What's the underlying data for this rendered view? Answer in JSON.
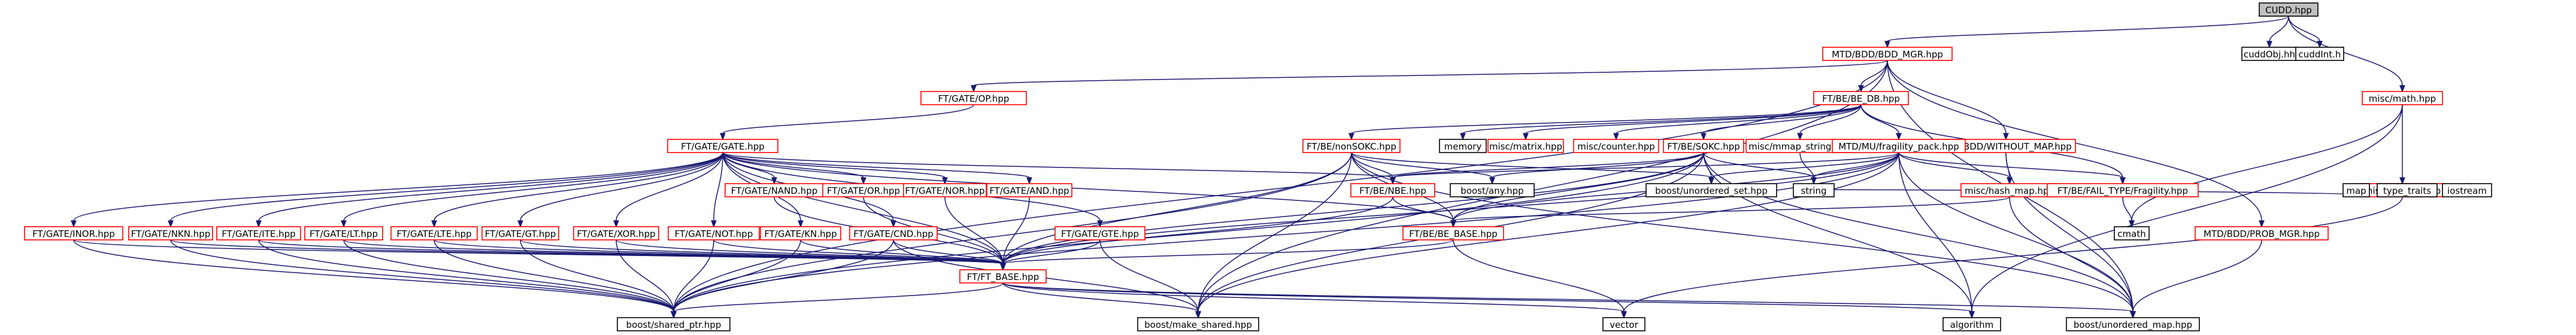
{
  "colors": {
    "edge": "#191970",
    "node_border": "#000000",
    "node_border_missing": "#ff0000",
    "root_fill": "#bfbfbf",
    "node_fill": "#ffffff",
    "text": "#000000"
  },
  "nodes": [
    {
      "id": "cudd",
      "label": "CUDD.hpp",
      "root": true
    },
    {
      "id": "cuddobj",
      "label": "cuddObj.hh"
    },
    {
      "id": "cuddint",
      "label": "cuddInt.h"
    },
    {
      "id": "bddmgr",
      "label": "MTD/BDD/BDD_MGR.hpp",
      "missing": true
    },
    {
      "id": "mathhpp",
      "label": "misc/math.hpp",
      "missing": true
    },
    {
      "id": "gateop",
      "label": "FT/GATE/OP.hpp",
      "missing": true
    },
    {
      "id": "bedb",
      "label": "FT/BE/BE_DB.hpp",
      "missing": true
    },
    {
      "id": "withoutmap",
      "label": "MTD/BDD/WITHOUT_MAP.hpp",
      "missing": true
    },
    {
      "id": "gate",
      "label": "FT/GATE/GATE.hpp",
      "missing": true
    },
    {
      "id": "nonsokc",
      "label": "FT/BE/nonSOKC.hpp",
      "missing": true
    },
    {
      "id": "memory",
      "label": "memory"
    },
    {
      "id": "matrix",
      "label": "misc/matrix.hpp",
      "missing": true
    },
    {
      "id": "counter",
      "label": "misc/counter.hpp",
      "missing": true
    },
    {
      "id": "sokc",
      "label": "FT/BE/SOKC.hpp",
      "missing": true
    },
    {
      "id": "mmapstr",
      "label": "misc/mmap_string.hpp",
      "missing": true
    },
    {
      "id": "fragility",
      "label": "MTD/MU/fragility_pack.hpp",
      "missing": true
    },
    {
      "id": "macro",
      "label": "misc/MACRO.hpp",
      "missing": true
    },
    {
      "id": "nand",
      "label": "FT/GATE/NAND.hpp",
      "missing": true
    },
    {
      "id": "orh",
      "label": "FT/GATE/OR.hpp",
      "missing": true
    },
    {
      "id": "nor",
      "label": "FT/GATE/NOR.hpp",
      "missing": true
    },
    {
      "id": "andh",
      "label": "FT/GATE/AND.hpp",
      "missing": true
    },
    {
      "id": "nbe",
      "label": "FT/BE/NBE.hpp",
      "missing": true
    },
    {
      "id": "boostany",
      "label": "boost/any.hpp"
    },
    {
      "id": "unordset",
      "label": "boost/unordered_set.hpp"
    },
    {
      "id": "string",
      "label": "string"
    },
    {
      "id": "hashmap",
      "label": "misc/hash_map.hpp",
      "missing": true
    },
    {
      "id": "failtype",
      "label": "FT/BE/FAIL_TYPE/Fragility.hpp",
      "missing": true
    },
    {
      "id": "map",
      "label": "map"
    },
    {
      "id": "typetraits",
      "label": "type_traits"
    },
    {
      "id": "iostream",
      "label": "iostream"
    },
    {
      "id": "cmath",
      "label": "cmath"
    },
    {
      "id": "inor",
      "label": "FT/GATE/INOR.hpp",
      "missing": true
    },
    {
      "id": "nkn",
      "label": "FT/GATE/NKN.hpp",
      "missing": true
    },
    {
      "id": "ite",
      "label": "FT/GATE/ITE.hpp",
      "missing": true
    },
    {
      "id": "lt",
      "label": "FT/GATE/LT.hpp",
      "missing": true
    },
    {
      "id": "lte",
      "label": "FT/GATE/LTE.hpp",
      "missing": true
    },
    {
      "id": "gt",
      "label": "FT/GATE/GT.hpp",
      "missing": true
    },
    {
      "id": "xor",
      "label": "FT/GATE/XOR.hpp",
      "missing": true
    },
    {
      "id": "not",
      "label": "FT/GATE/NOT.hpp",
      "missing": true
    },
    {
      "id": "kn",
      "label": "FT/GATE/KN.hpp",
      "missing": true
    },
    {
      "id": "cnd",
      "label": "FT/GATE/CND.hpp",
      "missing": true
    },
    {
      "id": "gte",
      "label": "FT/GATE/GTE.hpp",
      "missing": true
    },
    {
      "id": "bebase",
      "label": "FT/BE/BE_BASE.hpp",
      "missing": true
    },
    {
      "id": "probmgr",
      "label": "MTD/BDD/PROB_MGR.hpp",
      "missing": true
    },
    {
      "id": "ftbase",
      "label": "FT/FT_BASE.hpp",
      "missing": true
    },
    {
      "id": "sharedptr",
      "label": "boost/shared_ptr.hpp"
    },
    {
      "id": "makeshared",
      "label": "boost/make_shared.hpp"
    },
    {
      "id": "vector",
      "label": "vector"
    },
    {
      "id": "algorithm",
      "label": "algorithm"
    },
    {
      "id": "unordmap",
      "label": "boost/unordered_map.hpp"
    }
  ],
  "edges": [
    [
      "cudd",
      "bddmgr"
    ],
    [
      "cudd",
      "cuddobj"
    ],
    [
      "cudd",
      "cuddint"
    ],
    [
      "cudd",
      "mathhpp"
    ],
    [
      "bddmgr",
      "gateop"
    ],
    [
      "bddmgr",
      "bedb"
    ],
    [
      "bddmgr",
      "withoutmap"
    ],
    [
      "bddmgr",
      "sharedptr"
    ],
    [
      "bddmgr",
      "makeshared"
    ],
    [
      "bddmgr",
      "probmgr"
    ],
    [
      "bddmgr",
      "unordmap"
    ],
    [
      "mathhpp",
      "macro"
    ],
    [
      "mathhpp",
      "cmath"
    ],
    [
      "mathhpp",
      "algorithm"
    ],
    [
      "gateop",
      "gate"
    ],
    [
      "bedb",
      "nonsokc"
    ],
    [
      "bedb",
      "memory"
    ],
    [
      "bedb",
      "matrix"
    ],
    [
      "bedb",
      "counter"
    ],
    [
      "bedb",
      "sokc"
    ],
    [
      "bedb",
      "mmapstr"
    ],
    [
      "bedb",
      "fragility"
    ],
    [
      "bedb",
      "failtype"
    ],
    [
      "withoutmap",
      "hashmap"
    ],
    [
      "withoutmap",
      "unordmap"
    ],
    [
      "gate",
      "inor"
    ],
    [
      "gate",
      "nkn"
    ],
    [
      "gate",
      "ite"
    ],
    [
      "gate",
      "lt"
    ],
    [
      "gate",
      "lte"
    ],
    [
      "gate",
      "gt"
    ],
    [
      "gate",
      "xor"
    ],
    [
      "gate",
      "not"
    ],
    [
      "gate",
      "kn"
    ],
    [
      "gate",
      "cnd"
    ],
    [
      "gate",
      "gte"
    ],
    [
      "gate",
      "nand"
    ],
    [
      "gate",
      "orh"
    ],
    [
      "gate",
      "nor"
    ],
    [
      "gate",
      "andh"
    ],
    [
      "gate",
      "nbe"
    ],
    [
      "gate",
      "bebase"
    ],
    [
      "gate",
      "ftbase"
    ],
    [
      "nonsokc",
      "nbe"
    ],
    [
      "nonsokc",
      "boostany"
    ],
    [
      "nonsokc",
      "bebase"
    ],
    [
      "nonsokc",
      "ftbase"
    ],
    [
      "nonsokc",
      "sharedptr"
    ],
    [
      "nonsokc",
      "makeshared"
    ],
    [
      "nonsokc",
      "unordset"
    ],
    [
      "nonsokc",
      "unordmap"
    ],
    [
      "sokc",
      "nbe"
    ],
    [
      "sokc",
      "boostany"
    ],
    [
      "sokc",
      "unordset"
    ],
    [
      "sokc",
      "string"
    ],
    [
      "sokc",
      "bebase"
    ],
    [
      "sokc",
      "ftbase"
    ],
    [
      "sokc",
      "sharedptr"
    ],
    [
      "sokc",
      "makeshared"
    ],
    [
      "sokc",
      "algorithm"
    ],
    [
      "sokc",
      "unordmap"
    ],
    [
      "mmapstr",
      "string"
    ],
    [
      "fragility",
      "unordset"
    ],
    [
      "fragility",
      "string"
    ],
    [
      "fragility",
      "hashmap"
    ],
    [
      "fragility",
      "failtype"
    ],
    [
      "fragility",
      "nbe"
    ],
    [
      "fragility",
      "bebase"
    ],
    [
      "fragility",
      "ftbase"
    ],
    [
      "fragility",
      "sharedptr"
    ],
    [
      "fragility",
      "makeshared"
    ],
    [
      "fragility",
      "algorithm"
    ],
    [
      "fragility",
      "unordmap"
    ],
    [
      "macro",
      "map"
    ],
    [
      "macro",
      "typetraits"
    ],
    [
      "macro",
      "iostream"
    ],
    [
      "macro",
      "string"
    ],
    [
      "macro",
      "vector"
    ],
    [
      "nand",
      "ftbase"
    ],
    [
      "orh",
      "ftbase"
    ],
    [
      "nor",
      "ftbase"
    ],
    [
      "andh",
      "ftbase"
    ],
    [
      "nbe",
      "bebase"
    ],
    [
      "nbe",
      "ftbase"
    ],
    [
      "hashmap",
      "bebase"
    ],
    [
      "hashmap",
      "unordmap"
    ],
    [
      "failtype",
      "cmath"
    ],
    [
      "inor",
      "ftbase"
    ],
    [
      "inor",
      "sharedptr"
    ],
    [
      "nkn",
      "ftbase"
    ],
    [
      "nkn",
      "sharedptr"
    ],
    [
      "ite",
      "ftbase"
    ],
    [
      "ite",
      "sharedptr"
    ],
    [
      "lt",
      "ftbase"
    ],
    [
      "lt",
      "sharedptr"
    ],
    [
      "lte",
      "ftbase"
    ],
    [
      "lte",
      "sharedptr"
    ],
    [
      "gt",
      "ftbase"
    ],
    [
      "gt",
      "sharedptr"
    ],
    [
      "xor",
      "ftbase"
    ],
    [
      "xor",
      "sharedptr"
    ],
    [
      "not",
      "ftbase"
    ],
    [
      "not",
      "sharedptr"
    ],
    [
      "kn",
      "ftbase"
    ],
    [
      "kn",
      "sharedptr"
    ],
    [
      "cnd",
      "ftbase"
    ],
    [
      "cnd",
      "sharedptr"
    ],
    [
      "cnd",
      "makeshared"
    ],
    [
      "gte",
      "ftbase"
    ],
    [
      "gte",
      "makeshared"
    ],
    [
      "bebase",
      "ftbase"
    ],
    [
      "bebase",
      "vector"
    ],
    [
      "probmgr",
      "unordmap"
    ],
    [
      "ftbase",
      "sharedptr"
    ],
    [
      "ftbase",
      "makeshared"
    ],
    [
      "ftbase",
      "vector"
    ],
    [
      "ftbase",
      "algorithm"
    ],
    [
      "ftbase",
      "unordmap"
    ]
  ]
}
